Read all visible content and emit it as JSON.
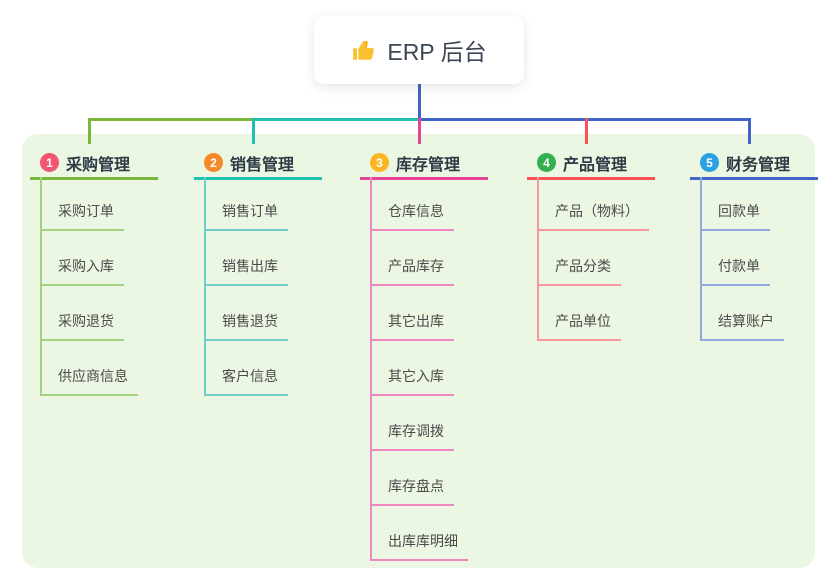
{
  "root": {
    "title": "ERP 后台",
    "icon": "thumbs-up-icon",
    "icon_color": "#fbc02d"
  },
  "colors": {
    "page_bg": "#ffffff",
    "panel_bg": "#ebf7e3",
    "connector": "#4164c8",
    "heading_text": "#2e3a45",
    "leaf_text": "#4b4b4b"
  },
  "branches": [
    {
      "badge": "1",
      "title": "采购管理",
      "color": "#7ab83c",
      "light_color": "#a5d27e",
      "badge_color": "#f25670",
      "children": [
        "采购订单",
        "采购入库",
        "采购退货",
        "供应商信息"
      ]
    },
    {
      "badge": "2",
      "title": "销售管理",
      "color": "#1fc0b2",
      "light_color": "#6fd0c8",
      "badge_color": "#f6882c",
      "children": [
        "销售订单",
        "销售出库",
        "销售退货",
        "客户信息"
      ]
    },
    {
      "badge": "3",
      "title": "库存管理",
      "color": "#e54499",
      "light_color": "#ef87c1",
      "badge_color": "#fcb622",
      "children": [
        "仓库信息",
        "产品库存",
        "其它出库",
        "其它入库",
        "库存调拨",
        "库存盘点",
        "出库库明细"
      ]
    },
    {
      "badge": "4",
      "title": "产品管理",
      "color": "#f9505a",
      "light_color": "#f8989d",
      "badge_color": "#33b04e",
      "children": [
        "产品（物料）",
        "产品分类",
        "产品单位"
      ]
    },
    {
      "badge": "5",
      "title": "财务管理",
      "color": "#4164c8",
      "light_color": "#93a9dc",
      "badge_color": "#2ba2df",
      "children": [
        "回款单",
        "付款单",
        "结算账户"
      ]
    }
  ]
}
